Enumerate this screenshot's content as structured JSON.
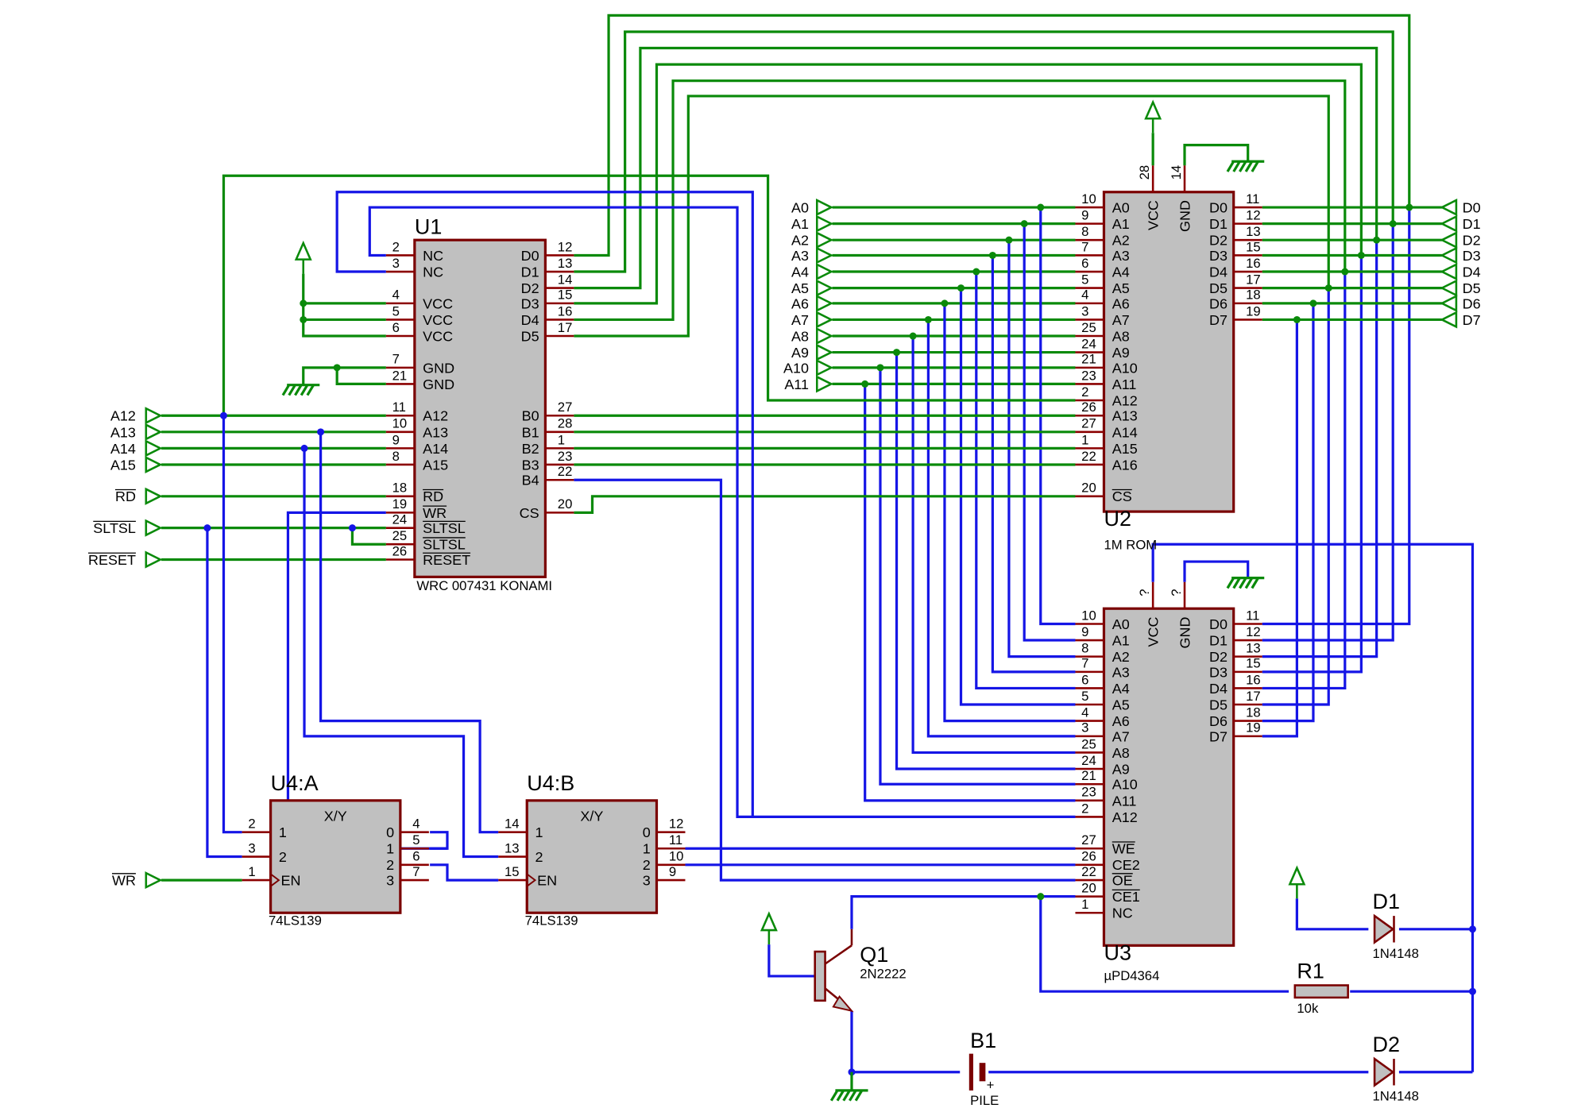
{
  "chips": {
    "u1": {
      "ref": "U1",
      "value": "WRC 007431 KONAMI",
      "pins_left": [
        {
          "num": "2",
          "name": "NC"
        },
        {
          "num": "3",
          "name": "NC"
        },
        {
          "num": "4",
          "name": "VCC"
        },
        {
          "num": "5",
          "name": "VCC"
        },
        {
          "num": "6",
          "name": "VCC"
        },
        {
          "num": "7",
          "name": "GND"
        },
        {
          "num": "21",
          "name": "GND"
        },
        {
          "num": "11",
          "name": "A12"
        },
        {
          "num": "10",
          "name": "A13"
        },
        {
          "num": "9",
          "name": "A14"
        },
        {
          "num": "8",
          "name": "A15"
        },
        {
          "num": "18",
          "name": "RD"
        },
        {
          "num": "19",
          "name": "WR"
        },
        {
          "num": "24",
          "name": "SLTSL"
        },
        {
          "num": "25",
          "name": "SLTSL"
        },
        {
          "num": "26",
          "name": "RESET"
        }
      ],
      "pins_right": [
        {
          "num": "12",
          "name": "D0"
        },
        {
          "num": "13",
          "name": "D1"
        },
        {
          "num": "14",
          "name": "D2"
        },
        {
          "num": "15",
          "name": "D3"
        },
        {
          "num": "16",
          "name": "D4"
        },
        {
          "num": "17",
          "name": "D5"
        },
        {
          "num": "27",
          "name": "B0"
        },
        {
          "num": "28",
          "name": "B1"
        },
        {
          "num": "1",
          "name": "B2"
        },
        {
          "num": "23",
          "name": "B3"
        },
        {
          "num": "22",
          "name": "B4"
        },
        {
          "num": "20",
          "name": "CS"
        }
      ]
    },
    "u2": {
      "ref": "U2",
      "value": "1M ROM",
      "pins_left": [
        {
          "num": "10",
          "name": "A0"
        },
        {
          "num": "9",
          "name": "A1"
        },
        {
          "num": "8",
          "name": "A2"
        },
        {
          "num": "7",
          "name": "A3"
        },
        {
          "num": "6",
          "name": "A4"
        },
        {
          "num": "5",
          "name": "A5"
        },
        {
          "num": "4",
          "name": "A6"
        },
        {
          "num": "3",
          "name": "A7"
        },
        {
          "num": "25",
          "name": "A8"
        },
        {
          "num": "24",
          "name": "A9"
        },
        {
          "num": "21",
          "name": "A10"
        },
        {
          "num": "23",
          "name": "A11"
        },
        {
          "num": "2",
          "name": "A12"
        },
        {
          "num": "26",
          "name": "A13"
        },
        {
          "num": "27",
          "name": "A14"
        },
        {
          "num": "1",
          "name": "A15"
        },
        {
          "num": "22",
          "name": "A16"
        },
        {
          "num": "20",
          "name": "CS"
        }
      ],
      "pins_right": [
        {
          "num": "11",
          "name": "D0"
        },
        {
          "num": "12",
          "name": "D1"
        },
        {
          "num": "13",
          "name": "D2"
        },
        {
          "num": "15",
          "name": "D3"
        },
        {
          "num": "16",
          "name": "D4"
        },
        {
          "num": "17",
          "name": "D5"
        },
        {
          "num": "18",
          "name": "D6"
        },
        {
          "num": "19",
          "name": "D7"
        }
      ],
      "pins_top": [
        {
          "num": "28",
          "name": "VCC"
        },
        {
          "num": "14",
          "name": "GND"
        }
      ]
    },
    "u3": {
      "ref": "U3",
      "value": "µPD4364",
      "pins_left": [
        {
          "num": "10",
          "name": "A0"
        },
        {
          "num": "9",
          "name": "A1"
        },
        {
          "num": "8",
          "name": "A2"
        },
        {
          "num": "7",
          "name": "A3"
        },
        {
          "num": "6",
          "name": "A4"
        },
        {
          "num": "5",
          "name": "A5"
        },
        {
          "num": "4",
          "name": "A6"
        },
        {
          "num": "3",
          "name": "A7"
        },
        {
          "num": "25",
          "name": "A8"
        },
        {
          "num": "24",
          "name": "A9"
        },
        {
          "num": "21",
          "name": "A10"
        },
        {
          "num": "23",
          "name": "A11"
        },
        {
          "num": "2",
          "name": "A12"
        },
        {
          "num": "27",
          "name": "WE"
        },
        {
          "num": "26",
          "name": "CE2"
        },
        {
          "num": "22",
          "name": "OE"
        },
        {
          "num": "20",
          "name": "CE1"
        },
        {
          "num": "1",
          "name": "NC"
        }
      ],
      "pins_right": [
        {
          "num": "11",
          "name": "D0"
        },
        {
          "num": "12",
          "name": "D1"
        },
        {
          "num": "13",
          "name": "D2"
        },
        {
          "num": "15",
          "name": "D3"
        },
        {
          "num": "16",
          "name": "D4"
        },
        {
          "num": "17",
          "name": "D5"
        },
        {
          "num": "18",
          "name": "D6"
        },
        {
          "num": "19",
          "name": "D7"
        }
      ],
      "pins_top": [
        {
          "num": "?",
          "name": "VCC"
        },
        {
          "num": "?",
          "name": "GND"
        }
      ]
    },
    "u4a": {
      "ref": "U4:A",
      "value": "74LS139",
      "header": "X/Y",
      "pins_left": [
        {
          "num": "2",
          "name": "1"
        },
        {
          "num": "3",
          "name": "2"
        },
        {
          "num": "1",
          "name": "EN"
        }
      ],
      "pins_right": [
        {
          "num": "4",
          "name": "0"
        },
        {
          "num": "5",
          "name": "1"
        },
        {
          "num": "6",
          "name": "2"
        },
        {
          "num": "7",
          "name": "3"
        }
      ]
    },
    "u4b": {
      "ref": "U4:B",
      "value": "74LS139",
      "header": "X/Y",
      "pins_left": [
        {
          "num": "14",
          "name": "1"
        },
        {
          "num": "13",
          "name": "2"
        },
        {
          "num": "15",
          "name": "EN"
        }
      ],
      "pins_right": [
        {
          "num": "12",
          "name": "0"
        },
        {
          "num": "11",
          "name": "1"
        },
        {
          "num": "10",
          "name": "2"
        },
        {
          "num": "9",
          "name": "3"
        }
      ]
    }
  },
  "components": {
    "q1": {
      "ref": "Q1",
      "value": "2N2222"
    },
    "d1": {
      "ref": "D1",
      "value": "1N4148"
    },
    "d2": {
      "ref": "D2",
      "value": "1N4148"
    },
    "r1": {
      "ref": "R1",
      "value": "10k"
    },
    "b1": {
      "ref": "B1",
      "value": "PILE",
      "polarity": "+"
    }
  },
  "left_terminals": [
    "A0",
    "A1",
    "A2",
    "A3",
    "A4",
    "A5",
    "A6",
    "A7",
    "A8",
    "A9",
    "A10",
    "A11"
  ],
  "right_terminals": [
    "D0",
    "D1",
    "D2",
    "D3",
    "D4",
    "D5",
    "D6",
    "D7"
  ],
  "u1_terminals": [
    "A12",
    "A13",
    "A14",
    "A15",
    "RD",
    "SLTSL",
    "RESET"
  ],
  "wr_terminal": "WR",
  "colors": {
    "wire_green": "#0a8a0a",
    "wire_blue": "#1515e6",
    "chip_fill": "#c0c0c0",
    "chip_border": "#7a0000"
  }
}
